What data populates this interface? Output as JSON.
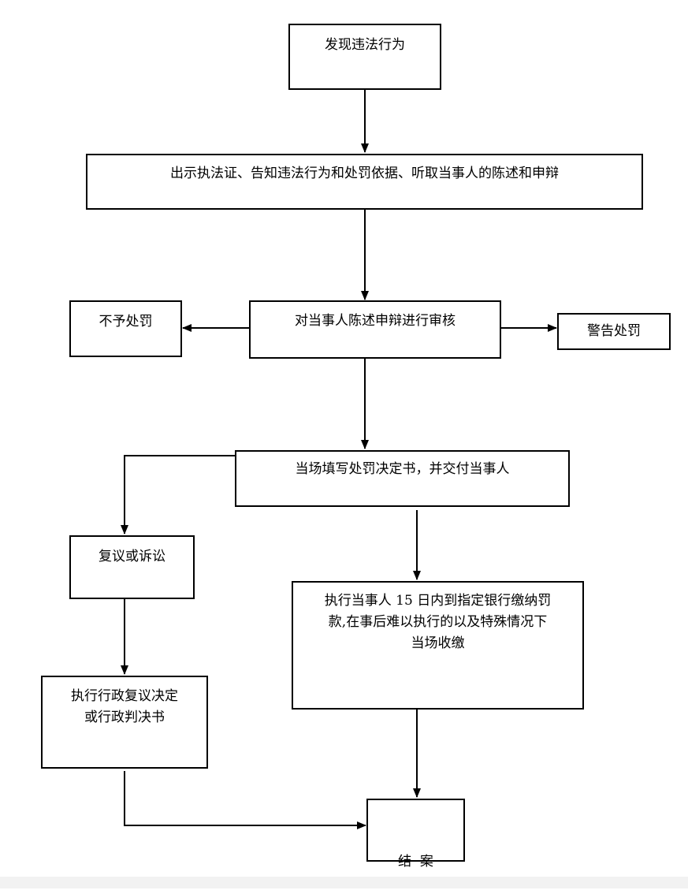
{
  "diagram": {
    "nodes": {
      "discover": {
        "label": "发现违法行为"
      },
      "show_cert": {
        "label": "出示执法证、告知违法行为和处罚依据、听取当事人的陈述和申辩"
      },
      "no_penalty": {
        "label": "不予处罚"
      },
      "review": {
        "label": "对当事人陈述申辩进行审核"
      },
      "warning": {
        "label": "警告处罚"
      },
      "decision": {
        "label": "当场填写处罚决定书，并交付当事人"
      },
      "reconsider": {
        "label": "复议或诉讼"
      },
      "pay": {
        "line1": "执行当事人 15 日内到指定银行缴纳罚",
        "line2": "款,在事后难以执行的以及特殊情况下",
        "line3": "当场收缴"
      },
      "execute_judgment": {
        "line1": "执行行政复议决定",
        "line2": "或行政判决书"
      },
      "close": {
        "label": "结  案"
      }
    },
    "edges": [
      {
        "from": "discover",
        "to": "show_cert"
      },
      {
        "from": "show_cert",
        "to": "review"
      },
      {
        "from": "review",
        "to": "no_penalty"
      },
      {
        "from": "review",
        "to": "warning"
      },
      {
        "from": "review",
        "to": "decision"
      },
      {
        "from": "decision",
        "to": "reconsider"
      },
      {
        "from": "decision",
        "to": "pay"
      },
      {
        "from": "reconsider",
        "to": "execute_judgment"
      },
      {
        "from": "pay",
        "to": "close"
      },
      {
        "from": "execute_judgment",
        "to": "close"
      }
    ]
  }
}
